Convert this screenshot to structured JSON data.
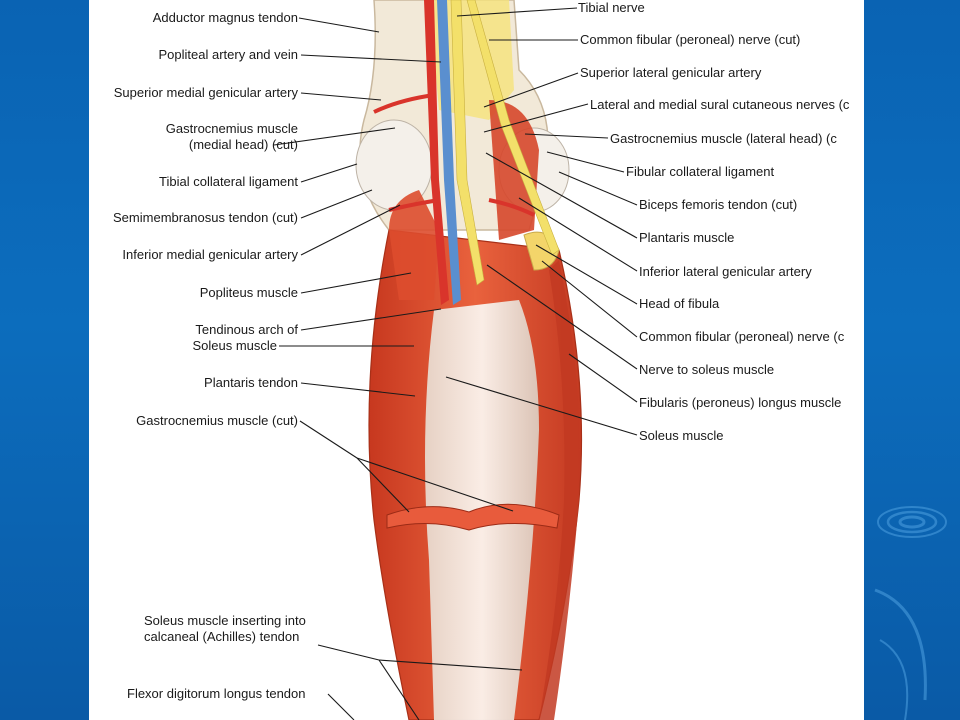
{
  "colors": {
    "slide_blue": "#0b66b8",
    "panel_white": "#ffffff",
    "muscle_red": "#d9452a",
    "tendon_cream": "#f1e6dc",
    "nerve_yellow": "#f3e06a",
    "vein_blue": "#5a8fcf",
    "artery_red": "#d9342b"
  },
  "labels_left": [
    {
      "text": "Adductor magnus tendon"
    },
    {
      "text": "Popliteal artery and vein"
    },
    {
      "text": "Superior medial genicular artery"
    },
    {
      "text": "Gastrocnemius muscle\n(medial head) (cut)"
    },
    {
      "text": "Tibial collateral ligament"
    },
    {
      "text": "Semimembranosus tendon (cut)"
    },
    {
      "text": "Inferior medial genicular artery"
    },
    {
      "text": "Popliteus muscle"
    },
    {
      "text": "Tendinous arch of"
    },
    {
      "text": "Soleus muscle"
    },
    {
      "text": "Plantaris tendon"
    },
    {
      "text": "Gastrocnemius muscle (cut)"
    },
    {
      "text": "Soleus muscle inserting into\ncalcaneal (Achilles) tendon"
    },
    {
      "text": "Flexor digitorum longus tendon"
    }
  ],
  "labels_right": [
    {
      "text": "Tibial nerve"
    },
    {
      "text": "Common fibular (peroneal) nerve (cut)"
    },
    {
      "text": "Superior lateral genicular artery"
    },
    {
      "text": "Lateral and medial sural cutaneous nerves (c"
    },
    {
      "text": "Gastrocnemius muscle (lateral head) (c"
    },
    {
      "text": "Fibular collateral ligament"
    },
    {
      "text": "Biceps femoris tendon (cut)"
    },
    {
      "text": "Plantaris muscle"
    },
    {
      "text": "Inferior lateral genicular artery"
    },
    {
      "text": "Head of fibula"
    },
    {
      "text": "Common fibular (peroneal) nerve (c"
    },
    {
      "text": "Nerve to soleus muscle"
    },
    {
      "text": "Fibularis (peroneus) longus muscle"
    },
    {
      "text": "Soleus muscle"
    }
  ]
}
